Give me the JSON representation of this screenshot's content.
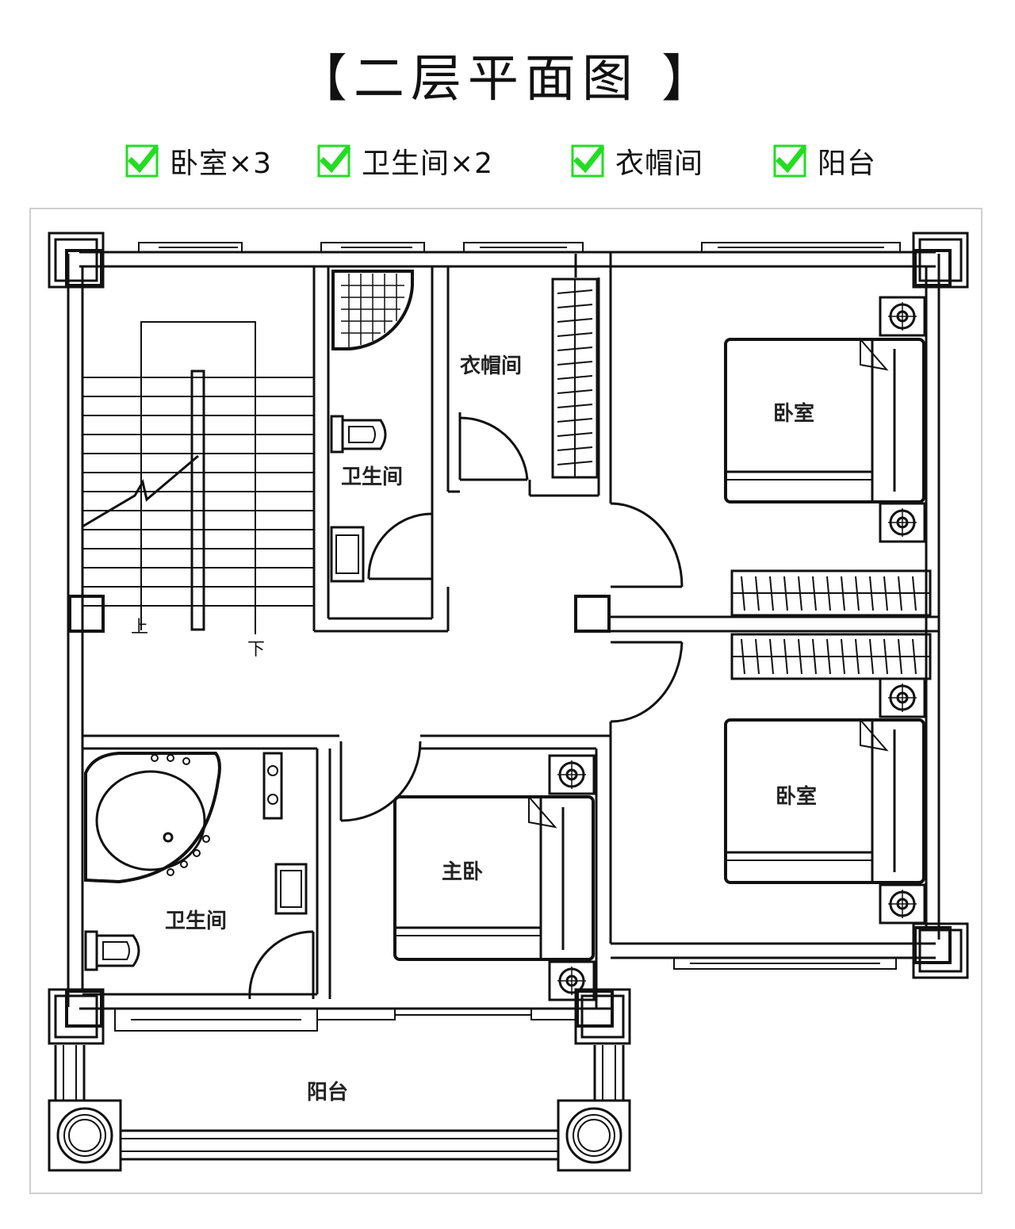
{
  "title": "【二层平面图 】",
  "legend": [
    {
      "icon": "green-check-icon",
      "label": "卧室×3"
    },
    {
      "icon": "green-check-icon",
      "label": "卫生间×2"
    },
    {
      "icon": "green-check-icon",
      "label": "衣帽间"
    },
    {
      "icon": "green-check-icon",
      "label": "阳台"
    }
  ],
  "rooms": {
    "wardrobe": "衣帽间",
    "bathroom_top": "卫生间",
    "bedroom_top": "卧室",
    "bedroom_right": "卧室",
    "master_bedroom": "主卧",
    "bathroom_bottom": "卫生间",
    "balcony": "阳台"
  },
  "stairs": {
    "up": "上",
    "down": "下"
  },
  "colors": {
    "check_green": "#22dd22",
    "line": "#111111",
    "frame": "#cfcfcf"
  }
}
